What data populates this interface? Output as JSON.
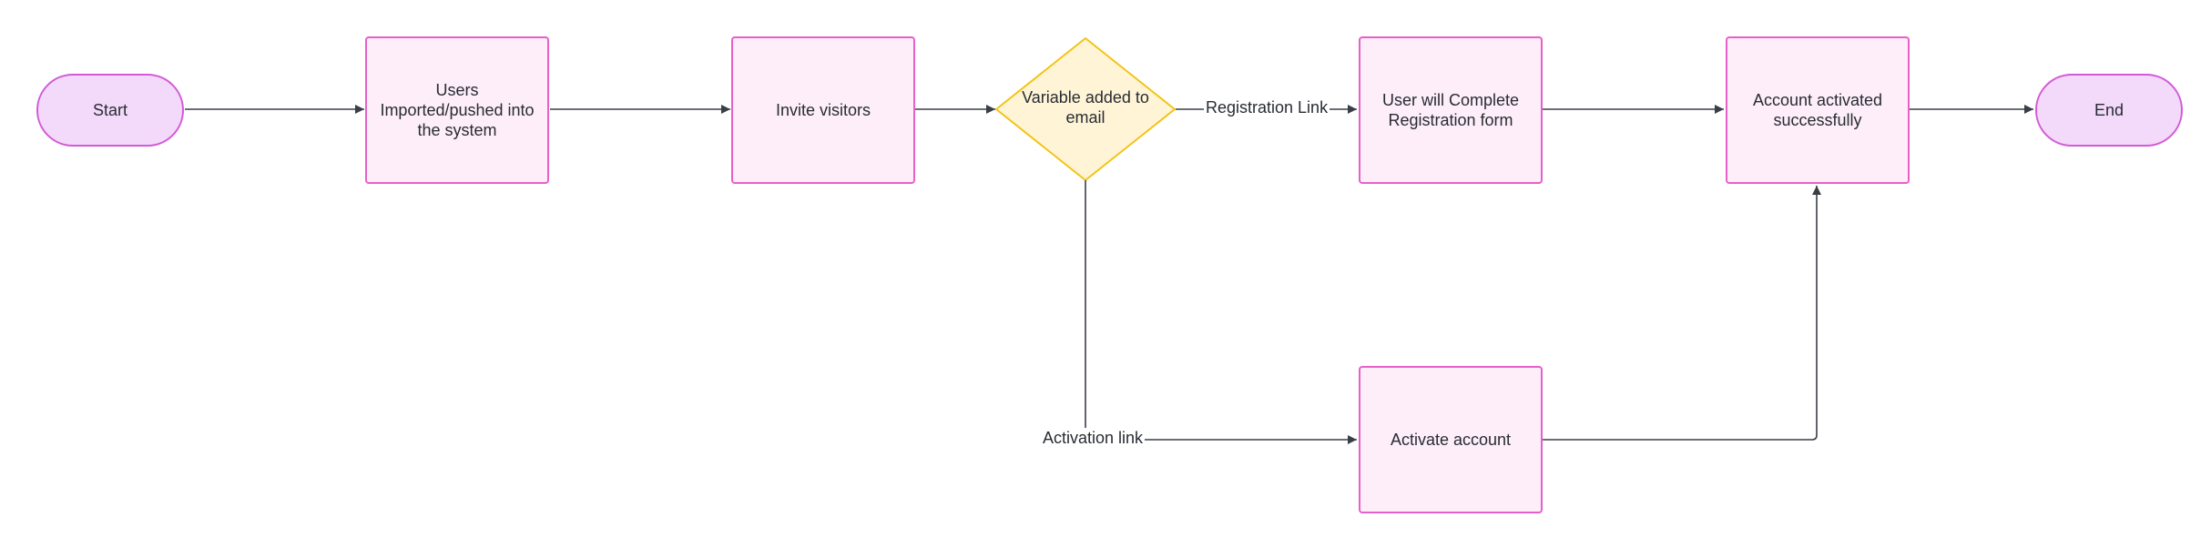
{
  "colors": {
    "terminal_fill": "#f3d9fa",
    "terminal_stroke": "#d35ad8",
    "process_fill": "#fdeefa",
    "process_stroke": "#e760c8",
    "decision_fill": "#fff4d6",
    "decision_stroke": "#f2c417",
    "edge": "#3a3f47"
  },
  "nodes": {
    "start": {
      "label": "Start"
    },
    "users_imported": {
      "label": "Users Imported/pushed into the system"
    },
    "invite_visitors": {
      "label": "Invite visitors"
    },
    "variable_added": {
      "label": "Variable added to email"
    },
    "complete_registration": {
      "label": "User will Complete Registration form"
    },
    "account_activated": {
      "label": "Account activated successfully"
    },
    "activate_account": {
      "label": "Activate account"
    },
    "end": {
      "label": "End"
    }
  },
  "edges": {
    "registration_link": {
      "label": "Registration Link"
    },
    "activation_link": {
      "label": "Activation link"
    }
  }
}
